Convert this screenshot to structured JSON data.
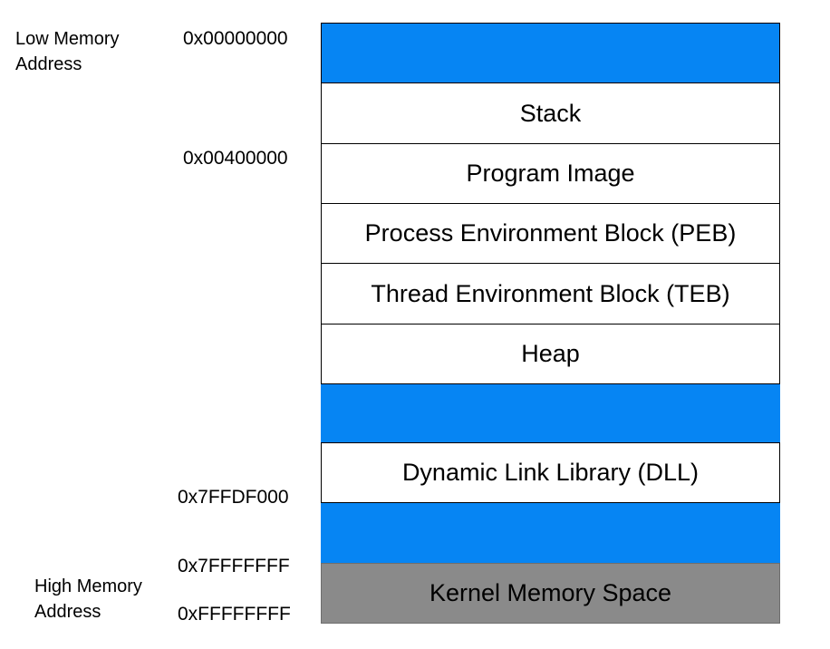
{
  "diagram": {
    "side_labels": {
      "low": {
        "line1": "Low Memory",
        "line2": "Address"
      },
      "high": {
        "line1": "High Memory",
        "line2": "Address"
      }
    },
    "addresses": [
      {
        "value": "0x00000000"
      },
      {
        "value": "0x00400000"
      },
      {
        "value": "0x7FFDF000"
      },
      {
        "value": "0x7FFFFFFF"
      },
      {
        "value": "0xFFFFFFFF"
      }
    ],
    "blocks": [
      {
        "label": "",
        "kind": "reserved"
      },
      {
        "label": "Stack",
        "kind": "user-space"
      },
      {
        "label": "Program Image",
        "kind": "user-space"
      },
      {
        "label": "Process Environment Block (PEB)",
        "kind": "user-space"
      },
      {
        "label": "Thread Environment Block (TEB)",
        "kind": "user-space"
      },
      {
        "label": "Heap",
        "kind": "user-space"
      },
      {
        "label": "",
        "kind": "reserved"
      },
      {
        "label": "Dynamic Link Library (DLL)",
        "kind": "user-space"
      },
      {
        "label": "",
        "kind": "reserved"
      },
      {
        "label": "Kernel Memory Space",
        "kind": "kernel"
      }
    ],
    "colors": {
      "reserved_blue": "#0685F3",
      "kernel_gray": "#8A8A8A",
      "kernel_border_gray": "#6E6E6E",
      "block_white": "#FFFFFF",
      "border_black": "#000000",
      "text_black": "#000000",
      "background": "#FFFFFF"
    }
  }
}
